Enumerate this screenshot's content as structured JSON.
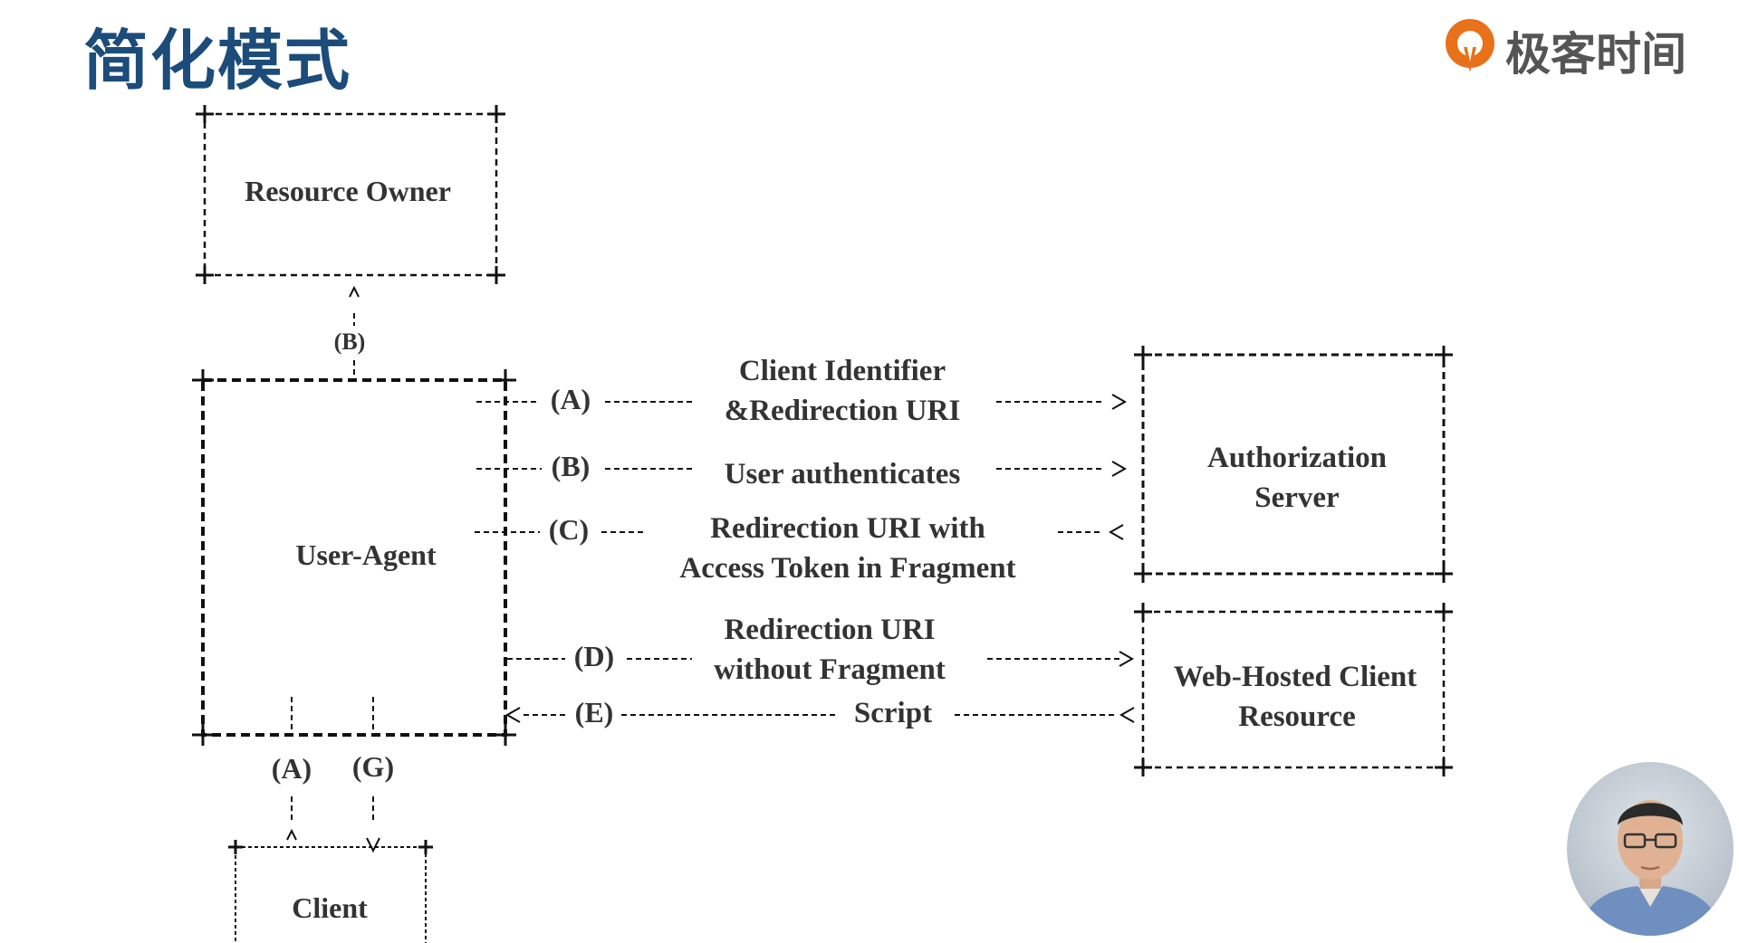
{
  "slide": {
    "title": "简化模式",
    "brand": "极客时间",
    "brand_color": "#e8711a",
    "title_color": "#1b4c7a",
    "presenter_icon": "presenter-avatar-icon"
  },
  "boxes": {
    "resource_owner": "Resource Owner",
    "user_agent": "User-Agent",
    "client": "Client",
    "auth_server_l1": "Authorization",
    "auth_server_l2": "Server",
    "web_hosted_l1": "Web-Hosted Client",
    "web_hosted_l2": "Resource"
  },
  "flows": {
    "b_owner": "(B)",
    "a_tag": "(A)",
    "a_l1": "Client Identifier",
    "a_l2": "&Redirection URI",
    "b_tag": "(B)",
    "b_l1": "User authenticates",
    "c_tag": "(C)",
    "c_l1": "Redirection URI with",
    "c_l2": "Access Token in Fragment",
    "d_tag": "(D)",
    "d_l1": "Redirection URI",
    "d_l2": "without Fragment",
    "e_tag": "(E)",
    "e_l1": "Script",
    "a_client": "(A)",
    "g_client": "(G)"
  }
}
